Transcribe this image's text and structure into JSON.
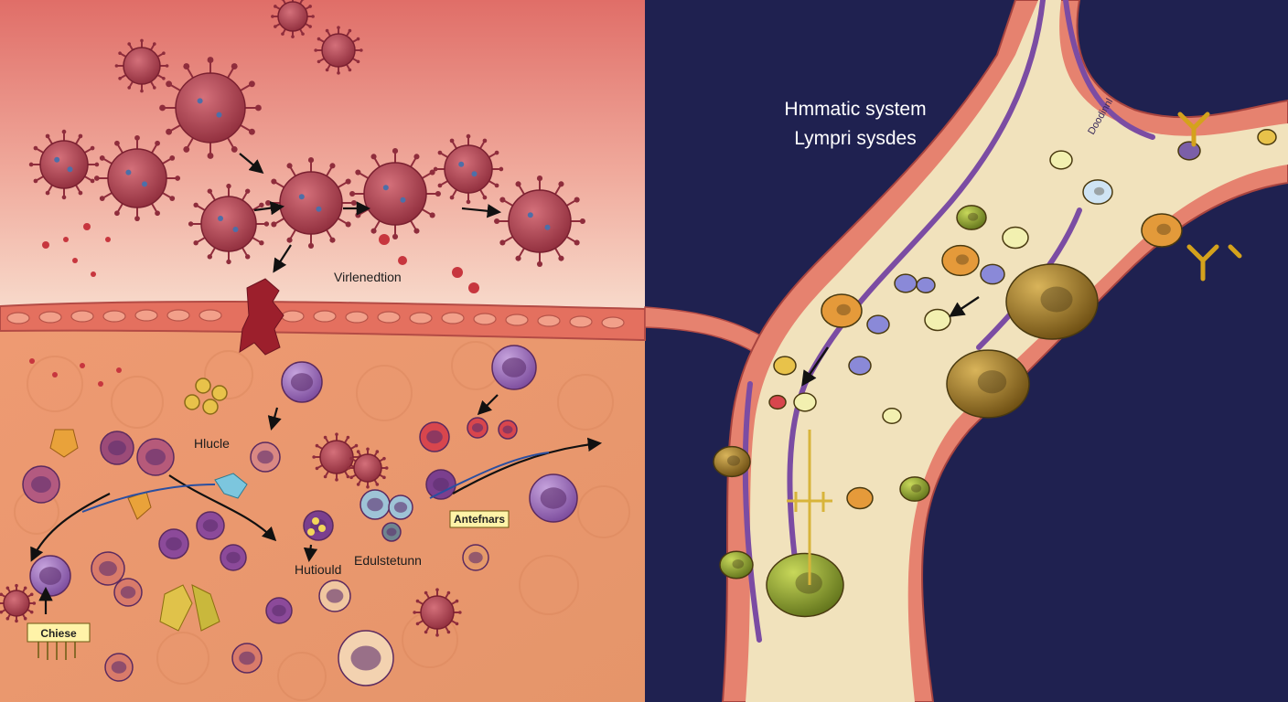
{
  "titles": {
    "line1": "Hmmatic system",
    "line2": "Lympri sysdes"
  },
  "labels": {
    "virus": "Virlenedtion",
    "hlucle": "Hlucle",
    "hutiould": "Hutiould",
    "edulstt": "Edulstetunn",
    "antefnars": "Antefnars",
    "chiese": "Chiese",
    "vessel": "Doodinnl"
  },
  "colors": {
    "tissue_top": "#e98578",
    "tissue_bottom": "#e7a06a",
    "background_right": "#1f2150",
    "vessel_wall": "#e6826f",
    "lymph_fill": "#f1e2bc",
    "virus": "#b8444f",
    "lymph_channel": "#7b4ca3"
  }
}
